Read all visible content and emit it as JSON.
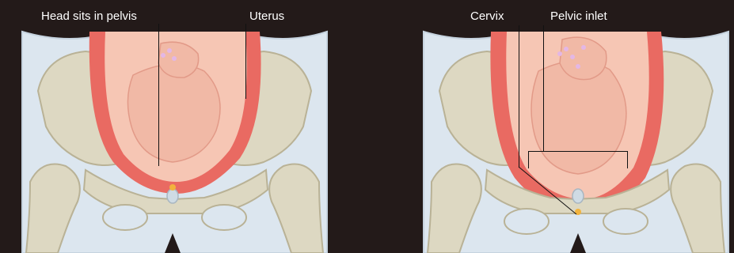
{
  "panels": [
    {
      "labels": {
        "head": "Head sits in pelvis",
        "uterus": "Uterus"
      }
    },
    {
      "labels": {
        "cervix": "Cervix",
        "inlet": "Pelvic inlet"
      }
    }
  ],
  "colors": {
    "background": "#231a19",
    "body": "#dce6ef",
    "bone": "#ddd8c2",
    "bone_shade": "#b9b296",
    "uterus_wall": "#e96a62",
    "uterus_inner": "#f6c6b4",
    "fetus": "#f1b9a6"
  }
}
